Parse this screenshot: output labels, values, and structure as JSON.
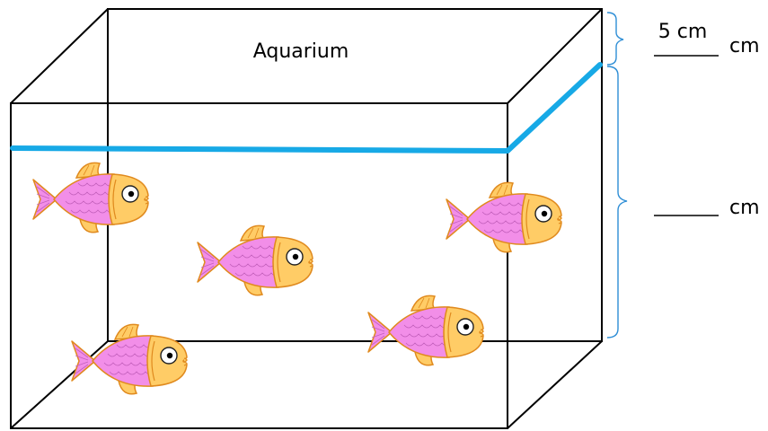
{
  "diagram": {
    "title": "Aquarium",
    "top_measure": {
      "value_text": "5 cm",
      "unit_text": "cm"
    },
    "side_measure": {
      "unit_text": "cm"
    },
    "fish_count": 5
  },
  "colors": {
    "water_line": "#17a9e6",
    "brace": "#2e8ed6",
    "fish_body": "#f28ee8",
    "fish_head": "#ffcc66",
    "fish_outline": "#e08a1e",
    "fish_scale": "#c25fbb"
  },
  "icons": [
    "fish-icon"
  ]
}
